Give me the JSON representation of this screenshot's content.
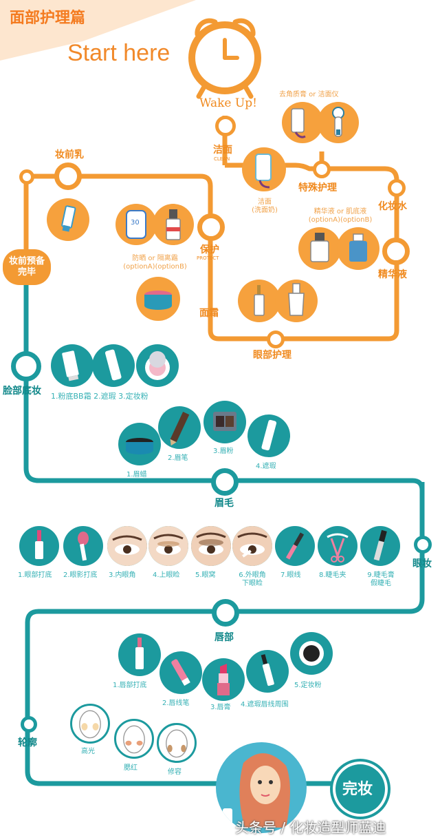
{
  "header": {
    "title": "面部护理篇",
    "start": "Start here",
    "wake": "Wake Up!"
  },
  "steps": {
    "clean": "洁面",
    "clean_en": "CLEAN",
    "special": "特殊护理",
    "toner": "化妆水",
    "essence": "精华液",
    "primer": "妆前乳",
    "protect": "保护",
    "protect_en": "PROTECT",
    "cream": "面霜",
    "eye_care": "眼部护理",
    "prep_done": "妆前预备完毕",
    "base": "脸部底妆",
    "brow": "眉毛",
    "eye": "眼妆",
    "lip": "唇部",
    "contour": "轮廓",
    "done": "完妆"
  },
  "captions": {
    "exfoliate": "去角质膏 or 洁面仪",
    "cleanser": [
      "洁面",
      "(洗面奶)"
    ],
    "essence_options": [
      "精华液 or 肌底液",
      "(optionA)(optionB)"
    ],
    "sunscreen_options": [
      "防晒  or  隔离霜",
      "(optionA)(optionB)"
    ],
    "base_items": "1.粉底BB霜 2.遮瑕 3.定妆粉",
    "brow_items": [
      "1.眉蜡",
      "2.眉笔",
      "3.眉粉",
      "4.遮瑕"
    ],
    "eye_items": [
      "1.眼部打底",
      "2.眼影打底",
      "3.内眼角",
      "4.上眼睑",
      "5.眼窝",
      "6.外眼角\n下眼睑",
      "7.眼线",
      "8.睫毛夹",
      "9.睫毛膏\n假睫毛"
    ],
    "lip_items": [
      "1.唇部打底",
      "2.唇线笔",
      "3.唇膏",
      "4.遮瑕唇线周围",
      "5.定妆粉"
    ],
    "contour_items": [
      "高光",
      "腮红",
      "修容"
    ]
  },
  "watermark": "头条号 / 化妆造型师蓝迪",
  "colors": {
    "orange": "#f39a33",
    "teal": "#1c9a9e",
    "header_bg": "#fbe3c8"
  },
  "icons": [
    "alarm-clock-icon",
    "tube-icon",
    "pump-bottle-icon",
    "cream-jar-icon",
    "pencil-icon",
    "compact-icon",
    "mascara-icon",
    "lipstick-icon",
    "eye-photo-icon",
    "lash-curler-icon",
    "face-outline-icon",
    "spray-icon"
  ]
}
